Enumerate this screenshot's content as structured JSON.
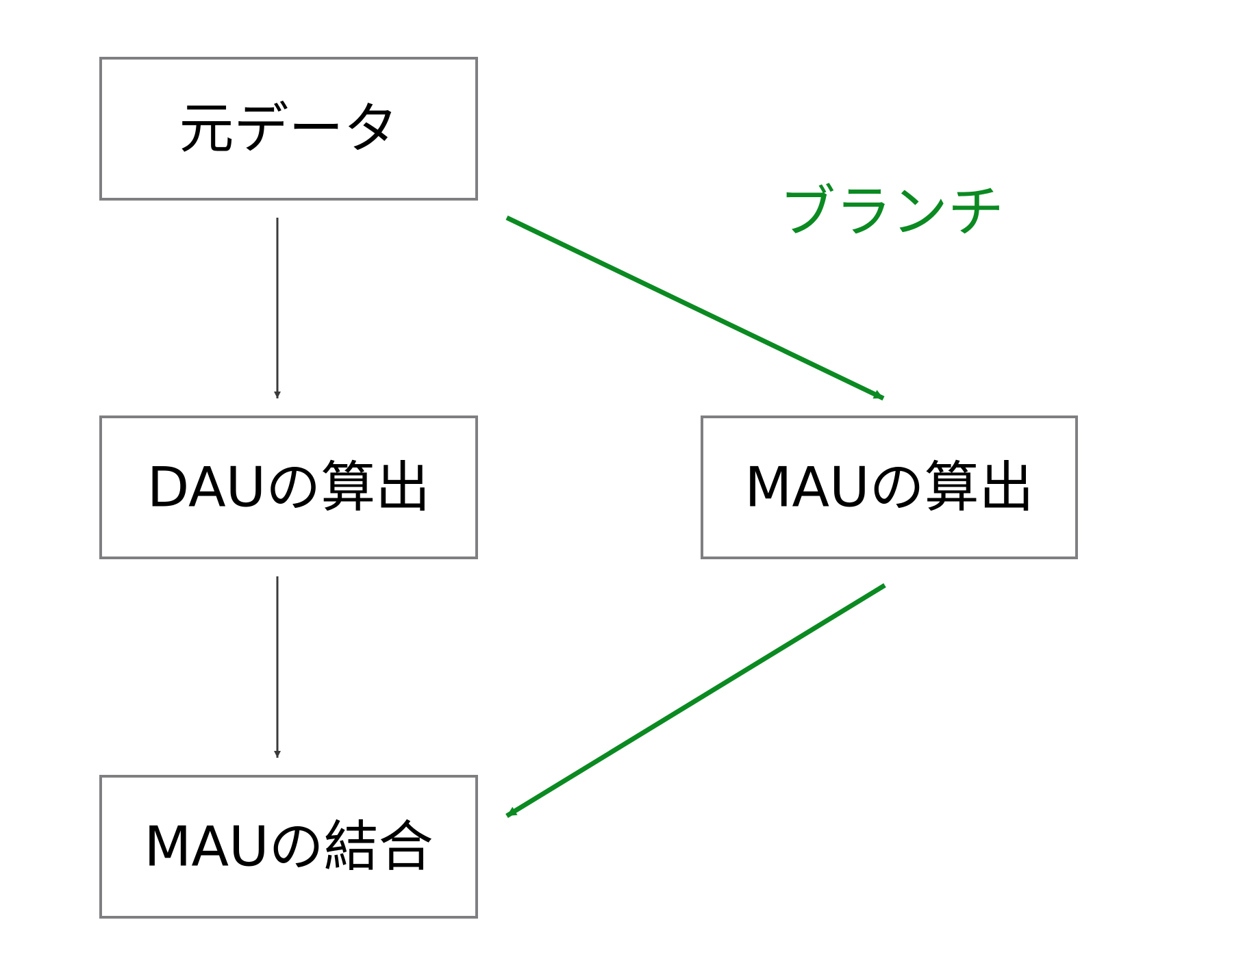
{
  "nodes": {
    "source_data": "元データ",
    "dau_calc": "DAUの算出",
    "mau_calc": "MAUの算出",
    "mau_merge": "MAUの結合"
  },
  "branch_label": "ブランチ",
  "colors": {
    "box_border": "#7f7f82",
    "plain_arrow": "#3a3a3a",
    "branch_arrow": "#0b8a22",
    "branch_text": "#0b8a22"
  }
}
